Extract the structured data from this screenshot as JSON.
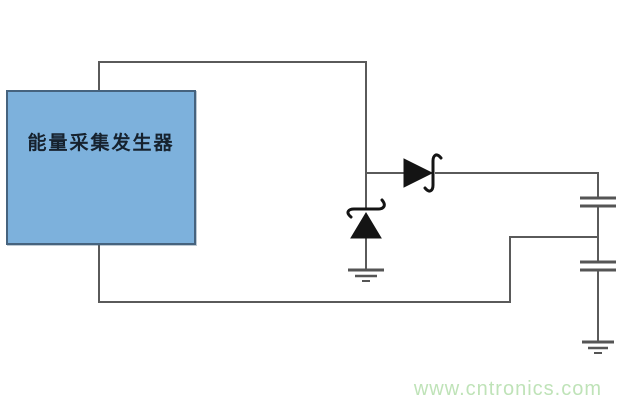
{
  "diagram": {
    "type": "circuit-schematic",
    "generator_box": {
      "label": "能量采集发生器",
      "fill": "#7db1dc",
      "border": "#46637e",
      "text_color": "#16222e"
    },
    "components": [
      {
        "name": "energy-harvesting-generator",
        "type": "block",
        "label": "能量采集发生器"
      },
      {
        "name": "shunt-schottky-diode",
        "type": "schottky-diode",
        "orientation": "cathode-up",
        "connection": "node-to-ground"
      },
      {
        "name": "series-schottky-diode",
        "type": "schottky-diode",
        "orientation": "anode-left",
        "connection": "node-to-output"
      },
      {
        "name": "capacitor-top",
        "type": "capacitor"
      },
      {
        "name": "capacitor-bottom",
        "type": "capacitor"
      },
      {
        "name": "ground-left",
        "type": "ground"
      },
      {
        "name": "ground-right",
        "type": "ground"
      }
    ],
    "colors": {
      "wire": "#5a5a5a",
      "component_fill": "#141414",
      "background": "#ffffff",
      "watermark": "#bfe3b8"
    }
  },
  "watermark": {
    "text": "www.cntronics.com"
  }
}
